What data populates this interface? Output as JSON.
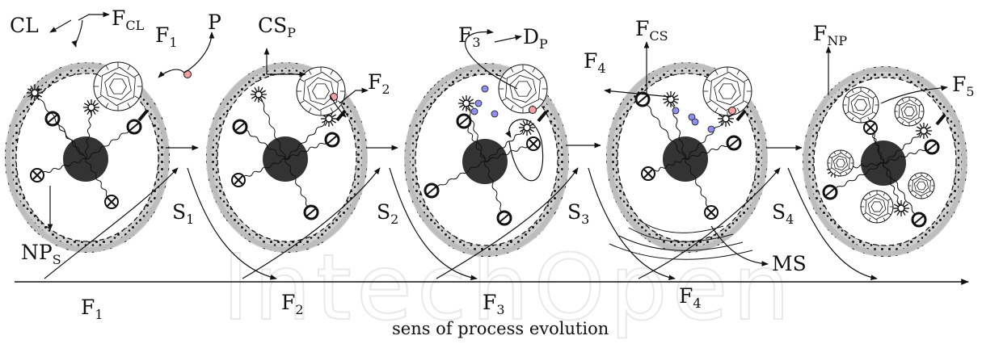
{
  "watermark": "IntechOpen",
  "labels": {
    "CL": "CL",
    "F_CL": {
      "base": "F",
      "sub": "CL"
    },
    "F1_top": {
      "base": "F",
      "sub": "1"
    },
    "P": "P",
    "CS_P": {
      "base": "CS",
      "sub": "P"
    },
    "F2_top": {
      "base": "F",
      "sub": "2"
    },
    "F3_top": {
      "base": "F",
      "sub": "3"
    },
    "D_P": {
      "base": "D",
      "sub": "P"
    },
    "F4_top": {
      "base": "F",
      "sub": "4"
    },
    "F_CS": {
      "base": "F",
      "sub": "CS"
    },
    "F_NP": {
      "base": "F",
      "sub": "NP"
    },
    "F5_top": {
      "base": "F",
      "sub": "5"
    },
    "NP_S": {
      "base": "NP",
      "sub": "S"
    },
    "S1": {
      "base": "S",
      "sub": "1"
    },
    "S2": {
      "base": "S",
      "sub": "2"
    },
    "S3": {
      "base": "S",
      "sub": "3"
    },
    "S4": {
      "base": "S",
      "sub": "4"
    },
    "MS": "MS"
  },
  "timeline": {
    "stages": [
      {
        "base": "F",
        "sub": "1"
      },
      {
        "base": "F",
        "sub": "2"
      },
      {
        "base": "F",
        "sub": "3"
      },
      {
        "base": "F",
        "sub": "4"
      }
    ],
    "caption": "sens of process evolution"
  },
  "colors": {
    "ink": "#111111",
    "membrane": "#c8c8c8",
    "particle_pink": "#f3a0a0",
    "particle_blue": "#8f8fef",
    "core": "#333333"
  }
}
